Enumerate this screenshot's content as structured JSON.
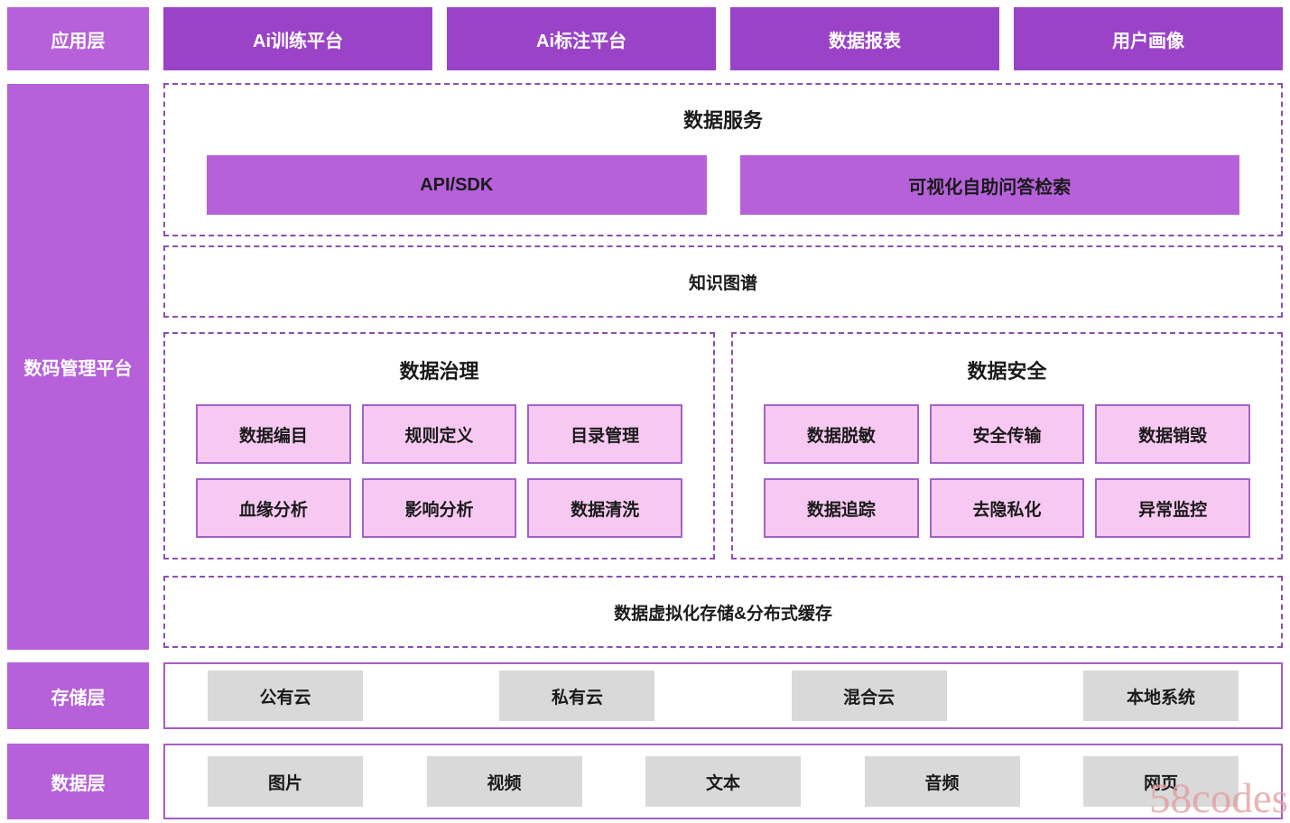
{
  "colors": {
    "app_box": "#9a43c8",
    "label_box": "#b661da",
    "purple_box": "#b661da",
    "pink_box_bg": "#f7c9f2",
    "pink_box_border": "#a263c6",
    "gray_box": "#d9d9d9",
    "dashed_border": "#8d4fae",
    "solid_border": "#a55cc5",
    "watermark": "#e49a9c"
  },
  "app_layer": {
    "label": "应用层",
    "items": [
      "Ai训练平台",
      "Ai标注平台",
      "数据报表",
      "用户画像"
    ]
  },
  "platform": {
    "label": "数码管理平台",
    "data_service": {
      "title": "数据服务",
      "items": [
        "API/SDK",
        "可视化自助问答检索"
      ]
    },
    "knowledge_graph": {
      "title": "知识图谱"
    },
    "governance": {
      "title": "数据治理",
      "items": [
        "数据编目",
        "规则定义",
        "目录管理",
        "血缘分析",
        "影响分析",
        "数据清洗"
      ]
    },
    "security": {
      "title": "数据安全",
      "items": [
        "数据脱敏",
        "安全传输",
        "数据销毁",
        "数据追踪",
        "去隐私化",
        "异常监控"
      ]
    },
    "storage_cache": {
      "title": "数据虚拟化存储&分布式缓存"
    }
  },
  "storage_layer": {
    "label": "存储层",
    "items": [
      "公有云",
      "私有云",
      "混合云",
      "本地系统"
    ]
  },
  "data_layer": {
    "label": "数据层",
    "items": [
      "图片",
      "视频",
      "文本",
      "音频",
      "网页"
    ]
  },
  "watermark": "58codes"
}
